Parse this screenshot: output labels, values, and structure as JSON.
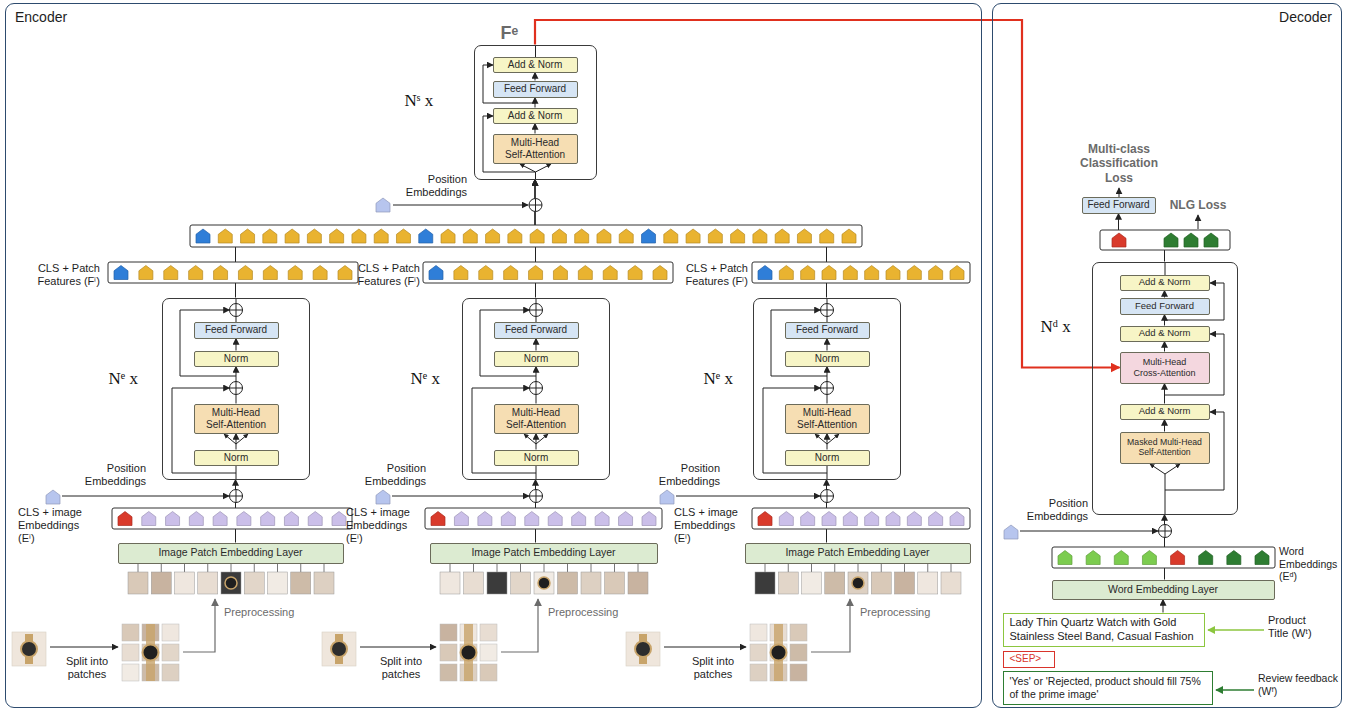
{
  "diagram": {
    "nodes": [
      {
        "text": [
          "Encoder"
        ]
      },
      {
        "text": [
          "Decoder"
        ]
      },
      {
        "text": [
          "Fᵉ",
          "Nˢ x"
        ],
        "in": 0
      },
      {
        "text": [
          "Add & Norm"
        ],
        "in": 2
      },
      {
        "text": [
          "Feed Forward"
        ],
        "in": 2
      },
      {
        "text": [
          "Add & Norm"
        ],
        "in": 2
      },
      {
        "text": [
          "Multi-Head Self-Attention"
        ],
        "in": 2
      },
      {
        "text": [
          "Nᵉ x"
        ],
        "in": 0
      },
      {
        "text": [
          "Feed Forward"
        ],
        "in": 7
      },
      {
        "text": [
          "Norm"
        ],
        "in": 7
      },
      {
        "text": [
          "Multi-Head Self-Attention"
        ],
        "in": 7
      },
      {
        "text": [
          "Norm"
        ],
        "in": 7
      },
      {
        "text": [
          "Image Patch Embedding Layer"
        ],
        "in": 0
      },
      {
        "text": [
          "Nᵉ x"
        ],
        "in": 0
      },
      {
        "text": [
          "Feed Forward"
        ],
        "in": 13
      },
      {
        "text": [
          "Norm"
        ],
        "in": 13
      },
      {
        "text": [
          "Multi-Head Self-Attention"
        ],
        "in": 13
      },
      {
        "text": [
          "Norm"
        ],
        "in": 13
      },
      {
        "text": [
          "Image Patch Embedding Layer"
        ],
        "in": 0
      },
      {
        "text": [
          "Nᵉ x"
        ],
        "in": 0
      },
      {
        "text": [
          "Feed Forward"
        ],
        "in": 19
      },
      {
        "text": [
          "Norm"
        ],
        "in": 19
      },
      {
        "text": [
          "Multi-Head Self-Attention"
        ],
        "in": 19
      },
      {
        "text": [
          "Norm"
        ],
        "in": 19
      },
      {
        "text": [
          "Image Patch Embedding Layer"
        ],
        "in": 0
      },
      {
        "text": [
          "Feed Forward"
        ],
        "in": 1
      },
      {
        "text": [
          "Nᵈ x"
        ],
        "in": 1
      },
      {
        "text": [
          "Add & Norm"
        ],
        "in": 26
      },
      {
        "text": [
          "Feed Forward"
        ],
        "in": 26
      },
      {
        "text": [
          "Add & Norm"
        ],
        "in": 26
      },
      {
        "text": [
          "Multi-Head Cross-Attention"
        ],
        "in": 26
      },
      {
        "text": [
          "Add & Norm"
        ],
        "in": 26
      },
      {
        "text": [
          "Masked Multi-Head Self-Attention"
        ],
        "in": 26
      },
      {
        "text": [
          "Word Embedding Layer"
        ],
        "in": 1
      },
      {
        "text": [
          "Lady Thin Quartz Watch with Gold Stainless Steel Band, Casual Fashion"
        ],
        "in": 1
      },
      {
        "text": [
          "<SEP>"
        ],
        "in": 1
      },
      {
        "text": [
          "'Yes' or 'Rejected, product should fill 75% of the prime image'"
        ],
        "in": 1
      }
    ],
    "edges": [
      {
        "from": 6,
        "to": 5,
        "arrow": "to"
      },
      {
        "from": 5,
        "to": 4,
        "arrow": "to"
      },
      {
        "from": 4,
        "to": 3,
        "arrow": "to"
      },
      {
        "from": 11,
        "to": 10,
        "arrow": "to"
      },
      {
        "from": 10,
        "to": 9,
        "arrow": "to"
      },
      {
        "from": 9,
        "to": 8,
        "arrow": "to"
      },
      {
        "from": 12,
        "to": 7,
        "arrow": "to"
      },
      {
        "from": 7,
        "to": 2,
        "arrow": "to"
      },
      {
        "from": 17,
        "to": 16,
        "arrow": "to"
      },
      {
        "from": 16,
        "to": 15,
        "arrow": "to"
      },
      {
        "from": 15,
        "to": 14,
        "arrow": "to"
      },
      {
        "from": 18,
        "to": 13,
        "arrow": "to"
      },
      {
        "from": 13,
        "to": 2,
        "arrow": "to"
      },
      {
        "from": 23,
        "to": 22,
        "arrow": "to"
      },
      {
        "from": 22,
        "to": 21,
        "arrow": "to"
      },
      {
        "from": 21,
        "to": 20,
        "arrow": "to"
      },
      {
        "from": 24,
        "to": 19,
        "arrow": "to"
      },
      {
        "from": 19,
        "to": 2,
        "arrow": "to"
      },
      {
        "from": 2,
        "to": 30,
        "arrow": "to"
      },
      {
        "from": 32,
        "to": 31,
        "arrow": "to"
      },
      {
        "from": 31,
        "to": 30,
        "arrow": "to"
      },
      {
        "from": 30,
        "to": 29,
        "arrow": "to"
      },
      {
        "from": 29,
        "to": 28,
        "arrow": "to"
      },
      {
        "from": 28,
        "to": 27,
        "arrow": "to"
      },
      {
        "from": 26,
        "to": 25,
        "arrow": "to"
      },
      {
        "from": 33,
        "to": 26,
        "arrow": "to"
      },
      {
        "from": 34,
        "to": 33,
        "arrow": "to"
      }
    ],
    "labels": [
      "Position Embeddings",
      "CLS + Patch Features (Fⁱ)",
      "CLS + Patch Features (Fⁱ)",
      "CLS + Patch Features (Fⁱ)",
      "Position Embeddings",
      "Position Embeddings",
      "Position Embeddings",
      "CLS + image Embeddings (Eⁱ)",
      "CLS + image Embeddings (Eⁱ)",
      "CLS + image Embeddings (Eⁱ)",
      "Preprocessing",
      "Preprocessing",
      "Preprocessing",
      "Split into patches",
      "Split into patches",
      "Split into patches",
      "Multi-class Classification Loss",
      "NLG Loss",
      "Position Embeddings",
      "Word Embeddings (Eᵈ)",
      "Product Title (Wᵗ)",
      "Review feedback (Wᶠ)"
    ]
  }
}
